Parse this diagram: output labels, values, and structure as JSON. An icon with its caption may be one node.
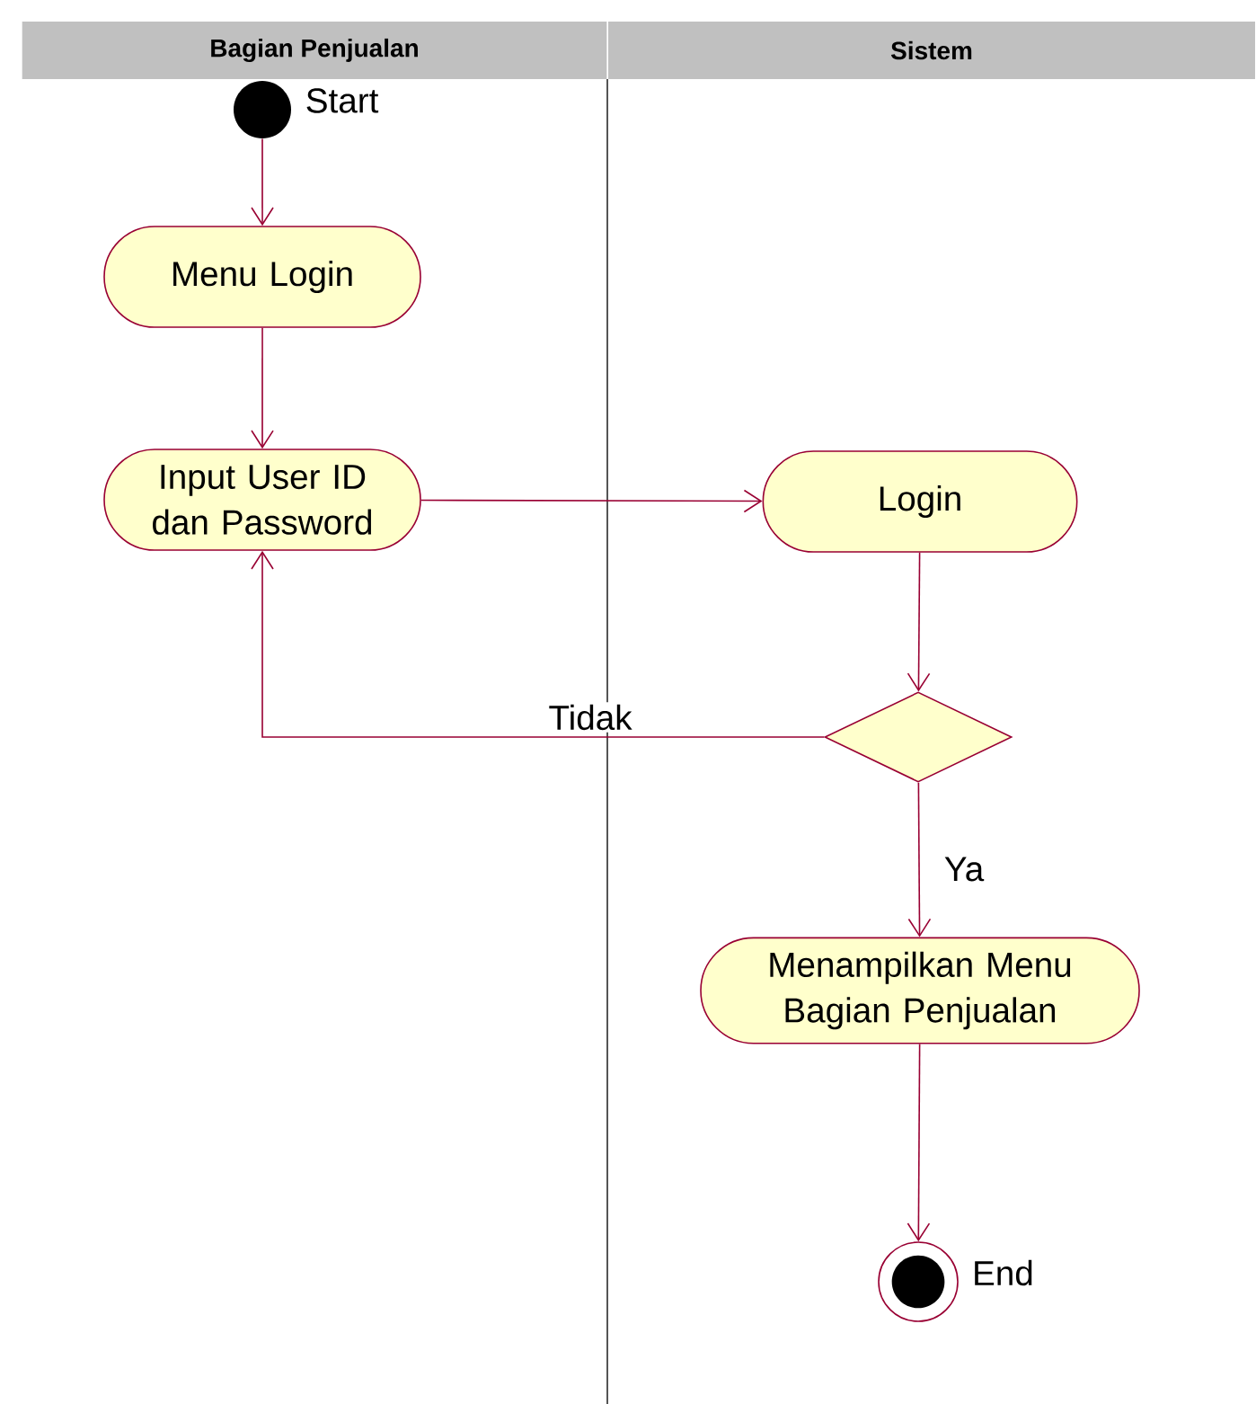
{
  "diagram": {
    "nodes": [
      {
        "text": [
          "Bagian Penjualan"
        ]
      },
      {
        "text": [
          "Sistem"
        ]
      },
      {
        "text": [],
        "shape": "circle",
        "beside": [
          "Start"
        ]
      },
      {
        "text": [
          "Menu Login"
        ]
      },
      {
        "text": [
          "Input User ID dan Password"
        ]
      },
      {
        "text": [
          "Login"
        ]
      },
      {
        "text": [],
        "shape": "diamond"
      },
      {
        "text": [
          "Menampilkan Menu Bagian Penjualan"
        ]
      },
      {
        "text": [],
        "shape": "circle",
        "beside": [
          "End"
        ]
      }
    ],
    "edges": [
      {
        "from": 2,
        "to": 3,
        "arrow": "to"
      },
      {
        "from": 3,
        "to": 4,
        "arrow": "to"
      },
      {
        "from": 4,
        "to": 5,
        "arrow": "to"
      },
      {
        "from": 5,
        "to": 6,
        "arrow": "to"
      },
      {
        "from": 6,
        "to": 4,
        "arrow": "to",
        "label": "Tidak"
      },
      {
        "from": 6,
        "to": 7,
        "arrow": "to",
        "label": "Ya"
      },
      {
        "from": 7,
        "to": 8,
        "arrow": "to"
      }
    ]
  }
}
